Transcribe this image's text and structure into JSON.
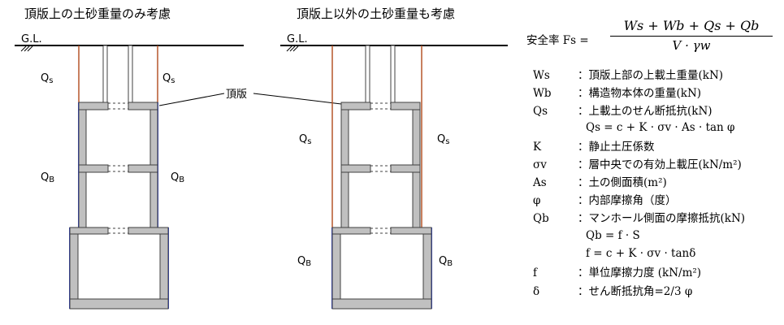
{
  "titles": {
    "left": "頂版上の土砂重量のみ考慮",
    "right": "頂版上以外の土砂重量も考慮"
  },
  "diagram": {
    "gl_label": "G.L.",
    "top_slab_label": "頂版",
    "qs_main": "Q",
    "qs_sub": "s",
    "qb_main": "Q",
    "qb_sub": "B"
  },
  "formula": {
    "lhs": "安全率 Fs =",
    "numerator": "Ws + Wb + Qs + Qb",
    "denominator": "V · γw"
  },
  "definitions": [
    {
      "symbol": "Ws",
      "desc": "：頂版上部の上載土重量(kN)"
    },
    {
      "symbol": "Wb",
      "desc": "：構造物本体の重量(kN)"
    },
    {
      "symbol": "Qs",
      "desc": "：上載土のせん断抵抗(kN)"
    },
    {
      "symbol": "K",
      "desc": "：静止土圧係数"
    },
    {
      "symbol": "σv",
      "desc": "：層中央での有効上載圧(kN/m²)"
    },
    {
      "symbol": "As",
      "desc": "：土の側面積(m²)"
    },
    {
      "symbol": "φ",
      "desc": "：内部摩擦角（度）"
    },
    {
      "symbol": "Qb",
      "desc": "：マンホール側面の摩擦抵抗(kN)"
    },
    {
      "symbol": "f",
      "desc": "：単位摩擦力度 (kN/m²)"
    },
    {
      "symbol": "δ",
      "desc": "：せん断抵抗角=2/3 φ"
    }
  ],
  "equations": {
    "qs_eq": "Qs = c + K · σv · As · tan φ",
    "qb_eq": "Qb = f · S",
    "f_eq": "f = c + K · σv · tanδ"
  },
  "colors": {
    "structure_fill": "#c0c0c0",
    "structure_edge": "#404040",
    "friction_line_qs": "#b5562a",
    "friction_line_qb": "#2a3fd6",
    "ground_line": "#000000"
  }
}
